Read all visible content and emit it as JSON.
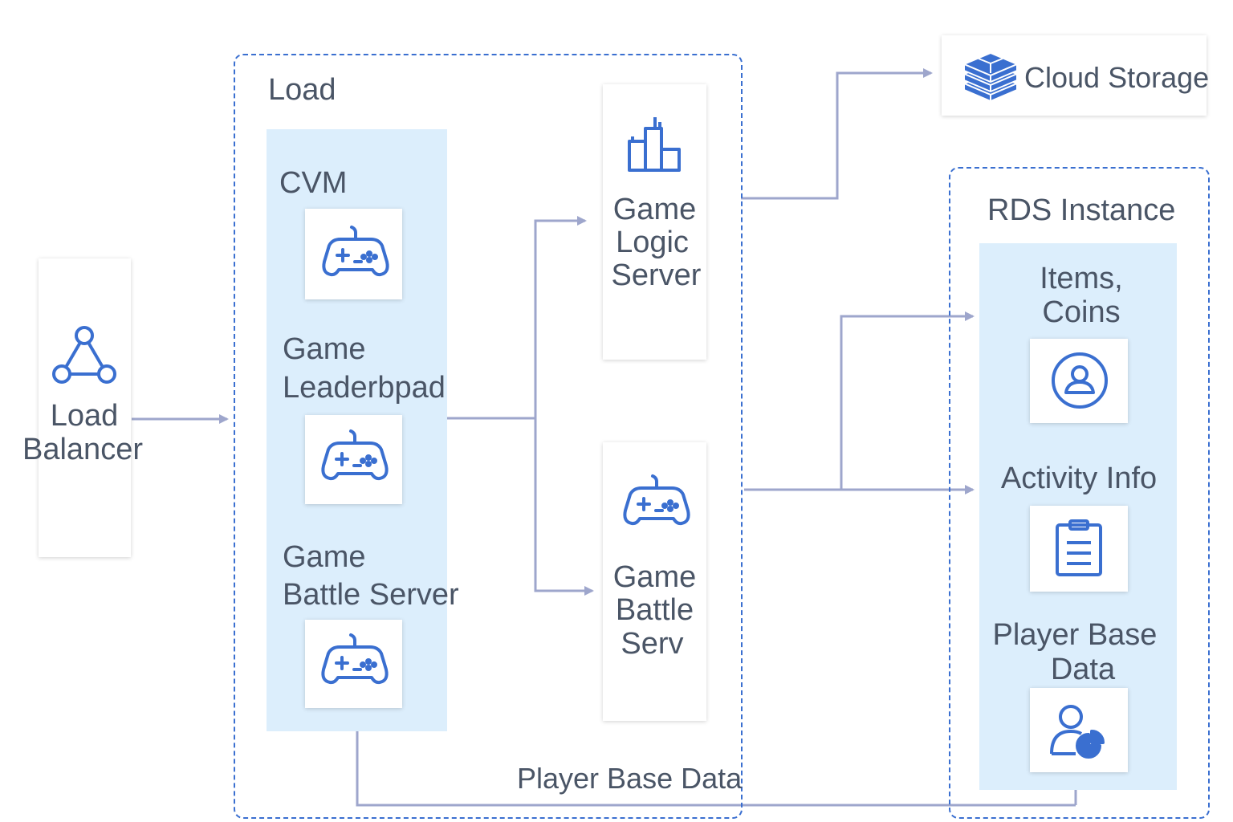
{
  "load_balancer": {
    "line1": "Load",
    "line2": "Balancer",
    "icon": "network-triangle-icon"
  },
  "load_group": {
    "title": "Load",
    "cvm_panel": {
      "title": "CVM",
      "items": [
        {
          "label_line1": "",
          "label_line2": "",
          "icon": "gamepad-icon"
        },
        {
          "label_line1": "Game",
          "label_line2": "Leaderbpad",
          "icon": "gamepad-icon"
        },
        {
          "label_line1": "Game",
          "label_line2": "Battle Server",
          "icon": "gamepad-icon"
        }
      ]
    },
    "logic_server": {
      "line1": "Game",
      "line2": "Logic",
      "line3": "Server",
      "icon": "bar-chart-icon"
    },
    "battle_server": {
      "line1": "Game",
      "line2": "Battle",
      "line3": "Serv",
      "icon": "gamepad-icon"
    },
    "bottom_label": "Player Base Data"
  },
  "cloud_storage": {
    "label": "Cloud Storage",
    "icon": "stacked-layers-icon"
  },
  "rds": {
    "title": "RDS Instance",
    "items": [
      {
        "line1": "Items,",
        "line2": "Coins",
        "icon": "user-circle-icon"
      },
      {
        "line1": "Activity Info",
        "line2": "",
        "icon": "clipboard-icon"
      },
      {
        "line1": "Player Base",
        "line2": "Data",
        "icon": "user-chart-icon"
      }
    ]
  },
  "colors": {
    "accent": "#3a6fd0",
    "panel": "#dceefc",
    "arrow": "#9ea6cc",
    "text": "#4a5566"
  }
}
